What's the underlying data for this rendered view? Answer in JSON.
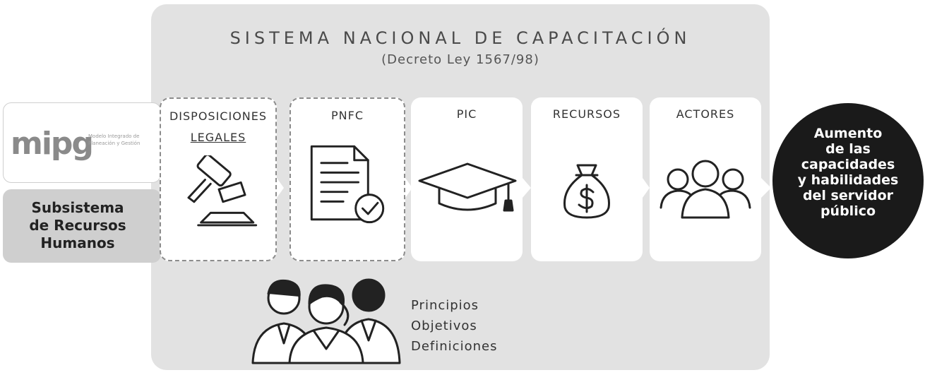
{
  "title": "SISTEMA NACIONAL DE CAPACITACIÓN",
  "subtitle": "(Decreto Ley 1567/98)",
  "cards": [
    {
      "line1": "DISPOSICIONES",
      "line2": "LEGALES",
      "icon": "gavel-icon"
    },
    {
      "label": "PNFC",
      "icon": "document-check-icon"
    },
    {
      "label": "PIC",
      "icon": "graduation-cap-icon"
    },
    {
      "label": "RECURSOS",
      "icon": "money-bag-icon"
    },
    {
      "label": "ACTORES",
      "icon": "people-group-icon"
    }
  ],
  "mipg": {
    "logo": "mipg",
    "tagline": "Modelo Integrado de Planeación y Gestión"
  },
  "subsystem": {
    "line1": "Subsistema",
    "line2": "de Recursos",
    "line3": "Humanos"
  },
  "result": {
    "line1": "Aumento",
    "line2": "de las",
    "line3": "capacidades",
    "line4": "y habilidades",
    "line5": "del servidor",
    "line6": "público"
  },
  "principles": [
    "Principios",
    "Objetivos",
    "Definiciones"
  ]
}
